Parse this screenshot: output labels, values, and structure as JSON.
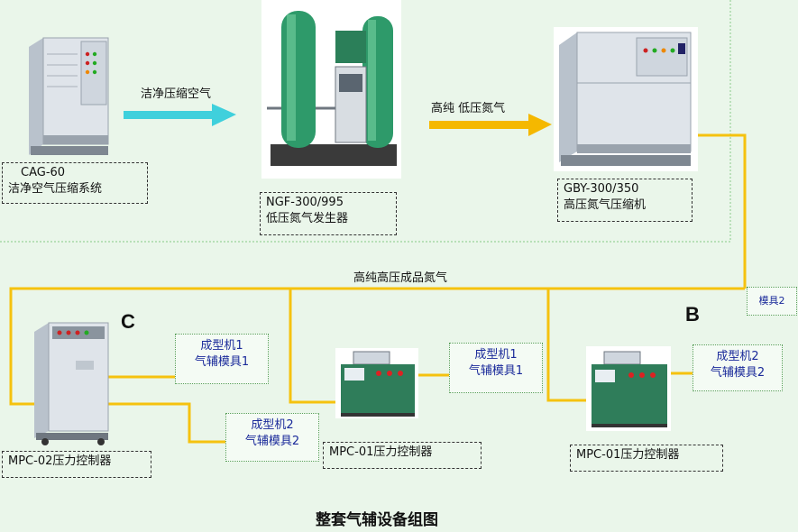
{
  "flows": {
    "clean_air": "洁净压缩空气",
    "low_pressure_n2": "高纯 低压氮气",
    "high_pressure_n2": "高纯高压成品氮气"
  },
  "equipment": {
    "cag": {
      "model": "CAG-60",
      "name": "洁净空气压缩系统"
    },
    "ngf": {
      "model": "NGF-300/995",
      "name": "低压氮气发生器"
    },
    "gby": {
      "model": "GBY-300/350",
      "name": "高压氮气压缩机"
    },
    "mpc02": {
      "name": "MPC-02压力控制器"
    },
    "mpc01a": {
      "name": "MPC-01压力控制器"
    },
    "mpc01b": {
      "name": "MPC-01压力控制器"
    }
  },
  "molds": {
    "c1": {
      "line1": "成型机1",
      "line2": "气辅模具1"
    },
    "c2": {
      "line1": "成型机2",
      "line2": "气辅模具2"
    },
    "m1": {
      "line1": "成型机1",
      "line2": "气辅模具1"
    },
    "m2": {
      "line1": "成型机2",
      "line2": "气辅模具2"
    },
    "edge": "模具2"
  },
  "markers": {
    "c": "C",
    "b": "B"
  },
  "title": "整套气辅设备组图",
  "colors": {
    "pipe": "#f5c20f",
    "clean_air_arrow": "#3fd0dc",
    "n2_arrow": "#f5b800",
    "tank": "#2e9a6a",
    "cabinet": "#dfe4ea"
  }
}
